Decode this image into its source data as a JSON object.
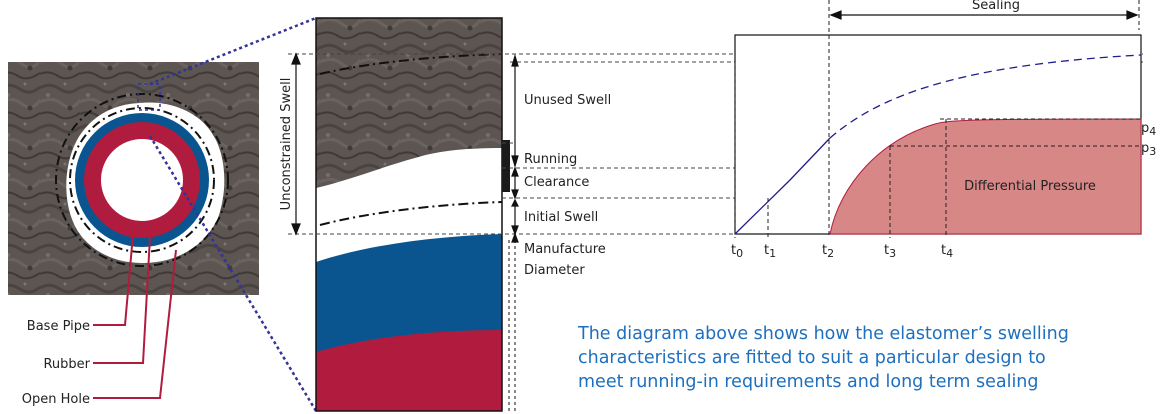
{
  "colors": {
    "blue": "#0a5590",
    "red": "#b11c3e",
    "pressure_fill": "#d88787",
    "caption": "#1e6fbe",
    "guide": "#33339a"
  },
  "pipe_labels": {
    "base_pipe": "Base Pipe",
    "rubber": "Rubber",
    "open_hole": "Open Hole"
  },
  "section_labels": {
    "unconstrained_swell": "Unconstrained Swell",
    "unused_swell": "Unused Swell",
    "running_clearance_1": "Running",
    "running_clearance_2": "Clearance",
    "initial_swell": "Initial Swell",
    "manufacture_diameter_1": "Manufacture",
    "manufacture_diameter_2": "Diameter"
  },
  "graph": {
    "sealing_label": "Sealing",
    "differential_pressure": "Differential Pressure",
    "time_ticks": [
      {
        "base": "t",
        "sub": "0"
      },
      {
        "base": "t",
        "sub": "1"
      },
      {
        "base": "t",
        "sub": "2"
      },
      {
        "base": "t",
        "sub": "3"
      },
      {
        "base": "t",
        "sub": "4"
      }
    ],
    "pressure_ticks": [
      {
        "base": "p",
        "sub": "4"
      },
      {
        "base": "p",
        "sub": "3"
      }
    ]
  },
  "caption_lines": [
    "The diagram above shows how the elastomer’s swelling",
    "characteristics are fitted to suit a particular design to",
    "meet running-in requirements and long term sealing"
  ]
}
